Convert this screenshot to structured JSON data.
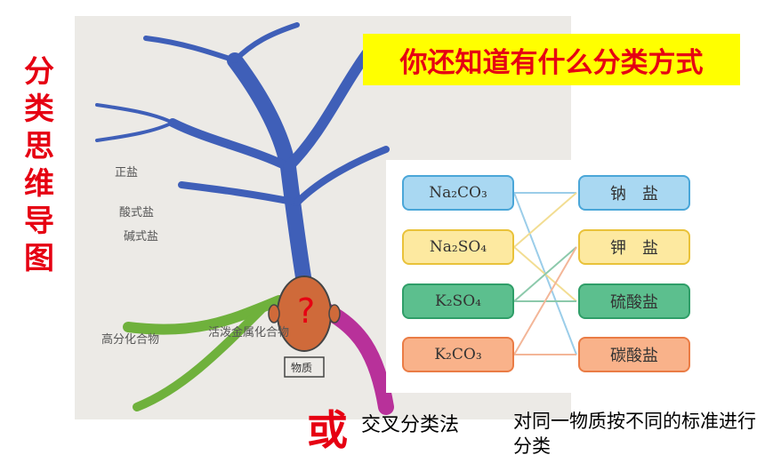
{
  "side_title": [
    "分",
    "类",
    "思",
    "维",
    "导",
    "图"
  ],
  "banner": "你还知道有什么分类方式",
  "mindmap": {
    "center_mark": "?",
    "branch_labels": [
      "正盐",
      "酸式盐",
      "碱式盐",
      "高分化合物",
      "活泼金属化合物"
    ],
    "name_plate": "物质"
  },
  "diagram": {
    "left": [
      "Na₂CO₃",
      "Na₂SO₄",
      "K₂SO₄",
      "K₂CO₃"
    ],
    "right": [
      "钠　盐",
      "钾　盐",
      "硫酸盐",
      "碳酸盐"
    ],
    "colors": [
      "#4aa6d8",
      "#e9c23a",
      "#2f9e68",
      "#ea7c45"
    ]
  },
  "footer": {
    "or": "或",
    "method": "交叉分类法",
    "description": "对同一物质按不同的标准进行分类"
  }
}
